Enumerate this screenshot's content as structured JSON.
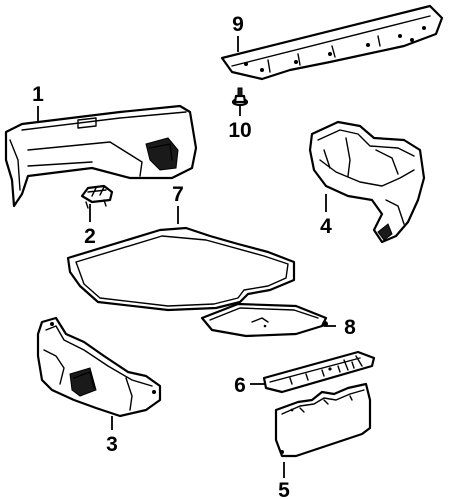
{
  "callouts": {
    "c1": "1",
    "c2": "2",
    "c3": "3",
    "c4": "4",
    "c5": "5",
    "c6": "6",
    "c7": "7",
    "c8": "8",
    "c9": "9",
    "c10": "10"
  },
  "parts": [
    {
      "callout": "1",
      "icon": "trunk-side-trim-panel-left"
    },
    {
      "callout": "2",
      "icon": "retainer-clip"
    },
    {
      "callout": "3",
      "icon": "trunk-side-trim-lower"
    },
    {
      "callout": "4",
      "icon": "trunk-side-trim-panel-right"
    },
    {
      "callout": "5",
      "icon": "rear-trunk-trim-panel"
    },
    {
      "callout": "6",
      "icon": "trunk-sill-plate"
    },
    {
      "callout": "7",
      "icon": "trunk-floor-mat"
    },
    {
      "callout": "8",
      "icon": "spare-tire-cover"
    },
    {
      "callout": "9",
      "icon": "trunk-lid-trim-panel"
    },
    {
      "callout": "10",
      "icon": "push-fastener"
    }
  ]
}
